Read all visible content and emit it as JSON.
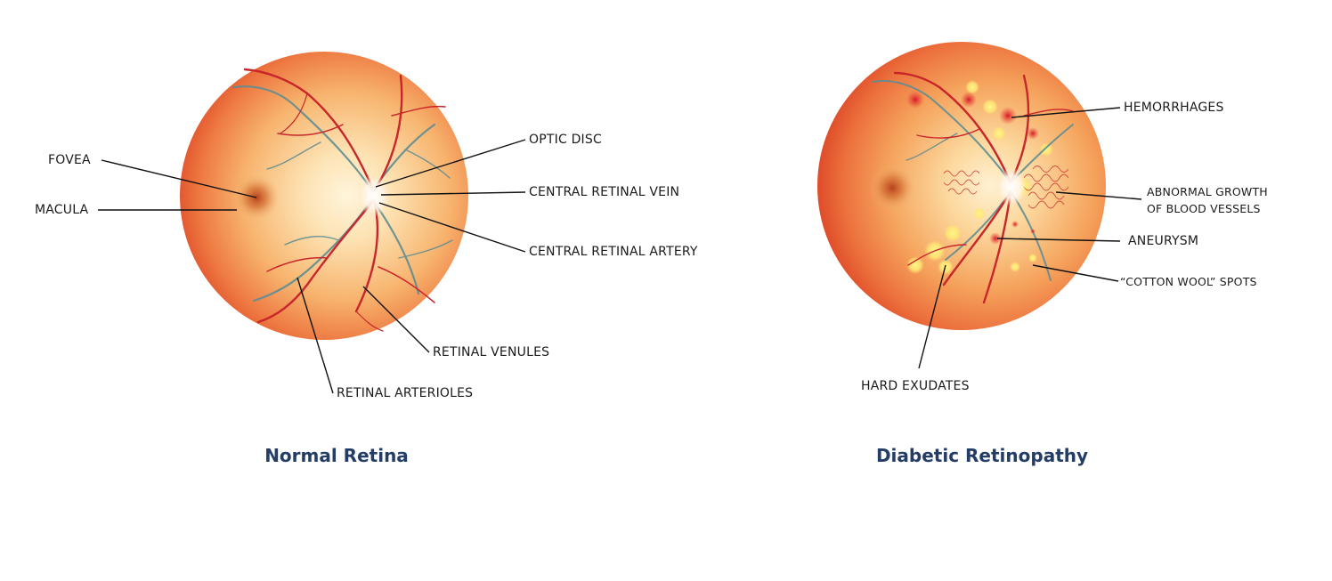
{
  "normal": {
    "caption": "Normal Retina",
    "labels": {
      "fovea": "FOVEA",
      "macula": "MACULA",
      "optic_disc": "OPTIC DISC",
      "central_retinal_vein": "CENTRAL RETINAL VEIN",
      "central_retinal_artery": "CENTRAL RETINAL ARTERY",
      "retinal_venules": "RETINAL VENULES",
      "retinal_arterioles": "RETINAL ARTERIOLES"
    }
  },
  "diabetic": {
    "caption": "Diabetic Retinopathy",
    "labels": {
      "hemorrhages": "HEMORRHAGES",
      "abnormal_growth_line1": "ABNORMAL GROWTH",
      "abnormal_growth_line2": "OF BLOOD VESSELS",
      "aneurysm": "ANEURYSM",
      "cotton_wool": "“COTTON WOOL” SPOTS",
      "hard_exudates": "HARD EXUDATES"
    }
  },
  "colors": {
    "caption": "#243d66",
    "retina_outer": "#e0502b",
    "retina_mid": "#f59a55",
    "retina_inner": "#fde3b4",
    "artery": "#c8262b",
    "vein": "#5a8a90",
    "exudate": "#fff27a"
  }
}
